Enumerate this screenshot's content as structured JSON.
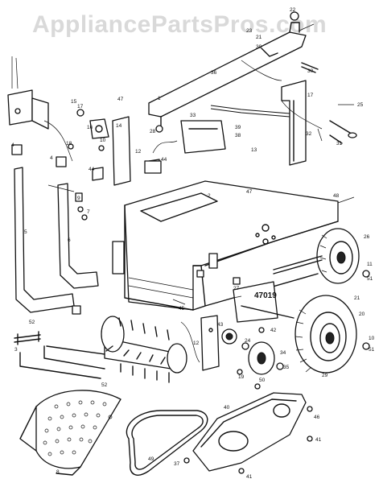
{
  "watermark": "AppliancePartsPros.com",
  "diagram_number": "47019",
  "callouts": [
    "1",
    "2",
    "3",
    "4",
    "5",
    "6",
    "7",
    "8",
    "9",
    "10",
    "11",
    "12",
    "13",
    "14",
    "15",
    "16",
    "17",
    "18",
    "19",
    "20",
    "21",
    "22",
    "23",
    "24",
    "25",
    "26",
    "27",
    "28",
    "29",
    "30",
    "31",
    "32",
    "33",
    "34",
    "35",
    "36",
    "37",
    "38",
    "39",
    "40",
    "41",
    "42",
    "43",
    "44",
    "45",
    "46",
    "47",
    "48",
    "49",
    "50",
    "51",
    "52"
  ]
}
